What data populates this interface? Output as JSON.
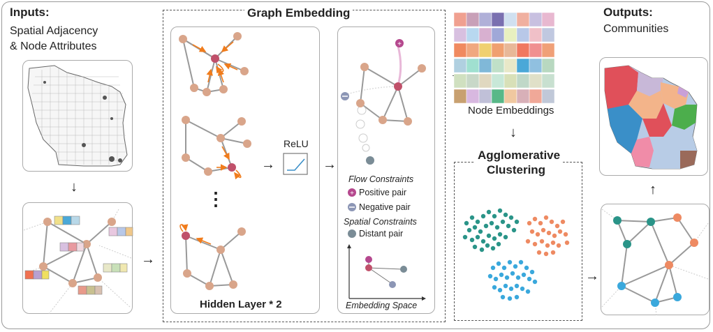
{
  "inputs": {
    "title": "Inputs:",
    "subtitle_line1": "Spatial Adjacency",
    "subtitle_line2": "& Node Attributes"
  },
  "embedding": {
    "title": "Graph Embedding",
    "relu": "ReLU",
    "ellipsis": "⋮",
    "hidden_layer": "Hidden Layer * 2",
    "flow_constraints": "Flow Constraints",
    "positive_pair": "Positive pair",
    "negative_pair": "Negative pair",
    "spatial_constraints": "Spatial Constraints",
    "distant_pair": "Distant pair",
    "embedding_space": "Embedding Space"
  },
  "node_embeddings": {
    "label": "Node Embeddings"
  },
  "clustering": {
    "title_line1": "Agglomerative",
    "title_line2": "Clustering"
  },
  "outputs": {
    "title": "Outputs:",
    "subtitle": "Communities"
  },
  "arrows": {
    "right": "→",
    "down": "↓",
    "up": "↑"
  },
  "colors": {
    "node": "#d9a58a",
    "focus_node": "#c0506a",
    "edge": "#9a9a9a",
    "message": "#f07c1c",
    "positive": "#b5488e",
    "negative": "#8c96b5",
    "distant": "#7a8c96",
    "cluster_teal": "#2a9488",
    "cluster_orange": "#ee8a62",
    "cluster_blue": "#3aa8dc",
    "community_red": "#e0505a",
    "community_lilac": "#c8b8d8",
    "community_peach": "#f3b48a",
    "community_green": "#4cae4c",
    "community_blue": "#3a8fc8",
    "community_lightblue": "#b8cce6",
    "community_pink": "#f08ca8",
    "community_brown": "#9a6a5a"
  }
}
